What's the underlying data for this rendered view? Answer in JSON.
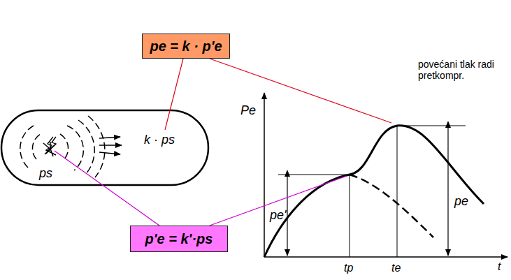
{
  "diagram": {
    "nodes": [
      {
        "text": [
          "pe = k · p'e"
        ]
      },
      {
        "text": [
          "p'e = k'·ps"
        ]
      }
    ],
    "labels": [
      "k · ps",
      "ps",
      "Pe",
      "povećani tlak radi pretkompr.",
      "pe'",
      "tp",
      "te",
      "t",
      "pe"
    ]
  }
}
